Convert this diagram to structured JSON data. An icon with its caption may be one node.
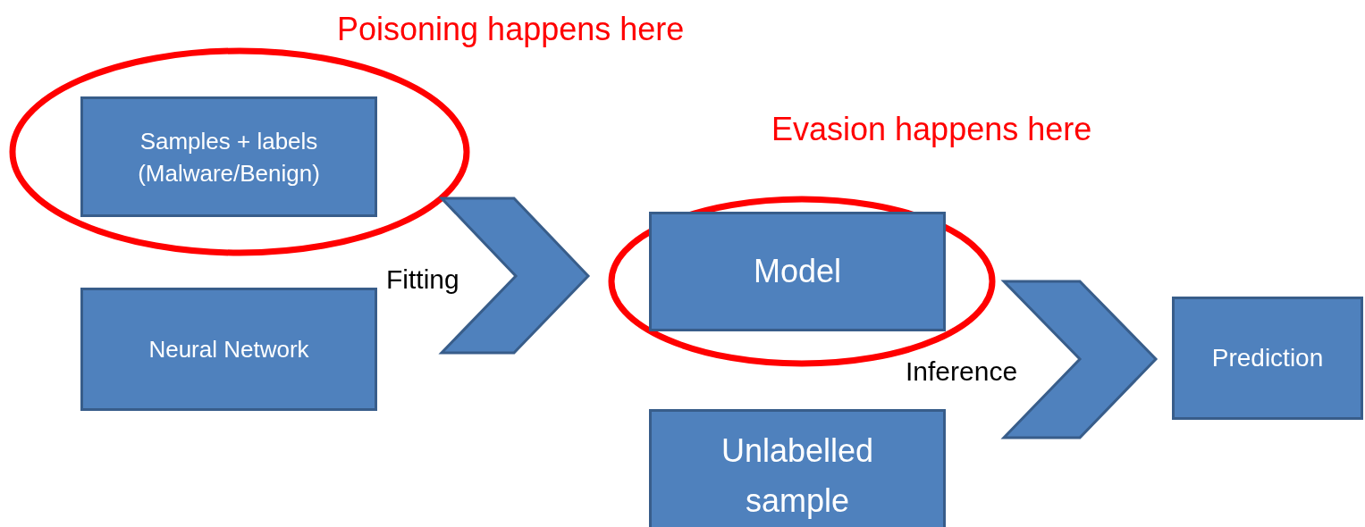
{
  "diagram": {
    "nodes": [
      {
        "text": [
          "Samples + labels (Malware/Benign)"
        ]
      },
      {
        "text": [
          "Neural Network"
        ]
      },
      {
        "text": [
          "Model"
        ]
      },
      {
        "text": [
          "Unlabelled sample"
        ]
      },
      {
        "text": [
          "Prediction"
        ]
      }
    ],
    "edges": [
      {
        "from": 0,
        "to": 2,
        "arrow": "to"
      },
      {
        "from": 1,
        "to": 2,
        "arrow": "to",
        "label": "Fitting"
      },
      {
        "from": 2,
        "to": 4,
        "arrow": "to",
        "label": "Inference"
      },
      {
        "from": 3,
        "to": 4,
        "arrow": "to"
      }
    ],
    "labels": [
      "Poisoning happens here",
      "Evasion happens here"
    ]
  }
}
